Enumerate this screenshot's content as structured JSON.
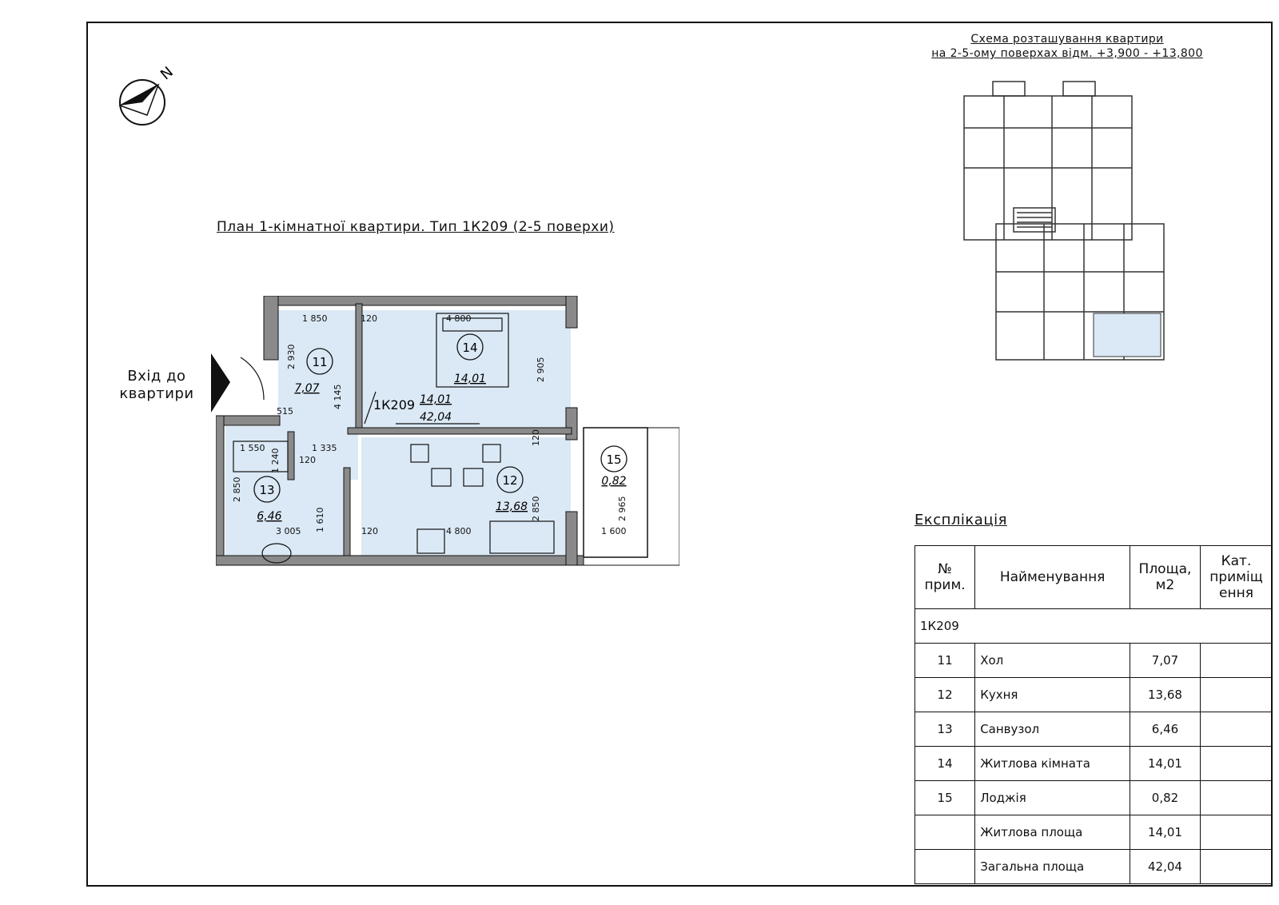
{
  "plan_title": "План 1-кімнатної квартири. Тип 1К209 (2-5 поверхи)",
  "scheme_title_line1": "Схема розташування квартири",
  "scheme_title_line2": "на 2-5-ому поверхах відм. +3,900 - +13,800",
  "entry_label_line1": "Вхід до",
  "entry_label_line2": "квартири",
  "compass_label": "N",
  "apartment_code": "1К209",
  "plan_living_area": "14,01",
  "plan_total_area": "42,04",
  "rooms": [
    {
      "num": "11",
      "area": "7,07"
    },
    {
      "num": "12",
      "area": "13,68"
    },
    {
      "num": "13",
      "area": "6,46"
    },
    {
      "num": "14",
      "area": "14,01"
    },
    {
      "num": "15",
      "area": "0,82"
    }
  ],
  "dimensions": {
    "d1850": "1 850",
    "d120a": "120",
    "d4800a": "4 800",
    "d2930": "2 930",
    "d4145": "4 145",
    "d2905": "2 905",
    "d515": "515",
    "d1550": "1 550",
    "d1335": "1 335",
    "d120b": "120",
    "d1240": "1 240",
    "d120c": "120",
    "d2850a": "2 850",
    "d2850b": "2 850",
    "d1610": "1 610",
    "d3005": "3 005",
    "d120d": "120",
    "d4800b": "4 800",
    "d2965": "2 965",
    "d1600": "1 600"
  },
  "explication": {
    "heading": "Експлікація",
    "headers": {
      "num": "№ прим.",
      "name": "Найменування",
      "area": "Площа, м2",
      "cat": "Кат. приміщ ення"
    },
    "group": "1К209",
    "rows": [
      {
        "num": "11",
        "name": "Хол",
        "area": "7,07",
        "cat": ""
      },
      {
        "num": "12",
        "name": "Кухня",
        "area": "13,68",
        "cat": ""
      },
      {
        "num": "13",
        "name": "Санвузол",
        "area": "6,46",
        "cat": ""
      },
      {
        "num": "14",
        "name": "Житлова кімната",
        "area": "14,01",
        "cat": ""
      },
      {
        "num": "15",
        "name": "Лоджія",
        "area": "0,82",
        "cat": ""
      }
    ],
    "totals": [
      {
        "name": "Житлова площа",
        "area": "14,01"
      },
      {
        "name": "Загальна площа",
        "area": "42,04"
      }
    ]
  },
  "colors": {
    "room_fill": "#dbe9f6",
    "wall": "#8a8a8a",
    "line": "#111111"
  }
}
